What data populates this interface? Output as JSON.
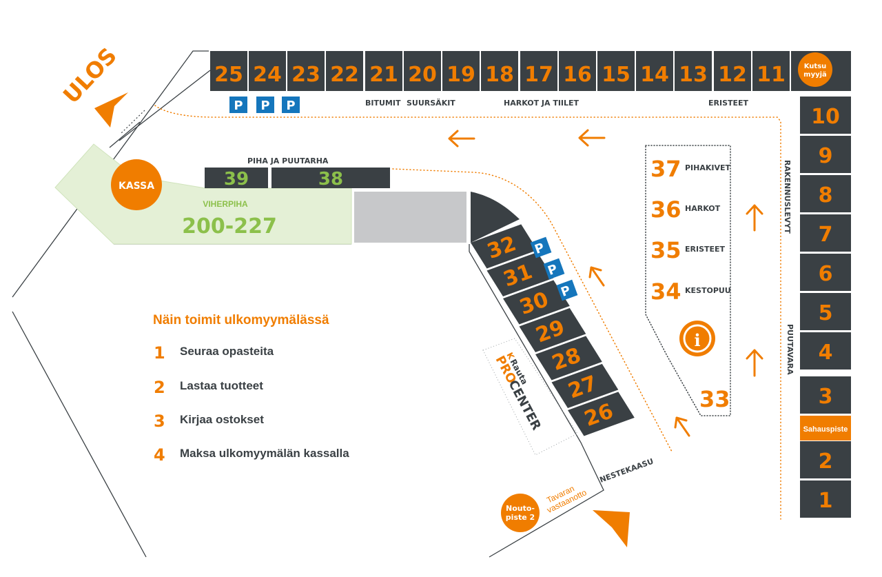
{
  "colors": {
    "orange": "#f07d00",
    "dark": "#3a4044",
    "green": "#8cc04b",
    "light_green": "#e4f0d6",
    "grey": "#c7c8ca",
    "blue": "#1576bc"
  },
  "top_row_bays": [
    "25",
    "24",
    "23",
    "22",
    "21",
    "20",
    "19",
    "18",
    "17",
    "16",
    "15",
    "14",
    "13",
    "12",
    "11"
  ],
  "kutsu": {
    "line1": "Kutsu",
    "line2": "myyjä"
  },
  "right_column_bays": [
    "10",
    "9",
    "8",
    "7",
    "6",
    "5",
    "4",
    "3",
    "2",
    "1"
  ],
  "sahauspiste": "Sahauspiste",
  "parking_symbol": "P",
  "section_labels": {
    "bitumit": "BITUMIT",
    "suursakit": "SUURSÄKIT",
    "harkot_tiilet": "HARKOT JA TIILET",
    "eristeet": "ERISTEET",
    "piha_puutarha": "PIHA JA PUUTARHA",
    "rakennuslevyt": "RAKENNUSLEVYT",
    "puutavara": "PUUTAVARA",
    "nestekaasu": "NESTEKAASU"
  },
  "garden_bays": [
    "39",
    "38"
  ],
  "viherpiha": {
    "label": "VIHERPIHA",
    "range": "200-227"
  },
  "kassa": "KASSA",
  "ulos": "ULOS",
  "diagonal_bays": [
    "32",
    "31",
    "30",
    "29",
    "28",
    "27",
    "26"
  ],
  "inner_bays": [
    {
      "num": "37",
      "label": "PIHAKIVET"
    },
    {
      "num": "36",
      "label": "HARKOT"
    },
    {
      "num": "35",
      "label": "ERISTEET"
    },
    {
      "num": "34",
      "label": "KESTOPUU"
    }
  ],
  "bay_33": "33",
  "info_symbol": "i",
  "logo": {
    "k": "K",
    "rauta": "Rauta",
    "pro": "PRO",
    "center": "CENTER"
  },
  "tavaran": {
    "line1": "Tavaran",
    "line2": "vastaanotto"
  },
  "noutopiste": {
    "line1": "Nouto-",
    "line2": "piste 2"
  },
  "instructions": {
    "title": "Näin toimit ulkomyymälässä",
    "steps": [
      {
        "num": "1",
        "text": "Seuraa opasteita"
      },
      {
        "num": "2",
        "text": "Lastaa tuotteet"
      },
      {
        "num": "3",
        "text": "Kirjaa ostokset"
      },
      {
        "num": "4",
        "text": "Maksa ulkomyymälän kassalla"
      }
    ]
  }
}
